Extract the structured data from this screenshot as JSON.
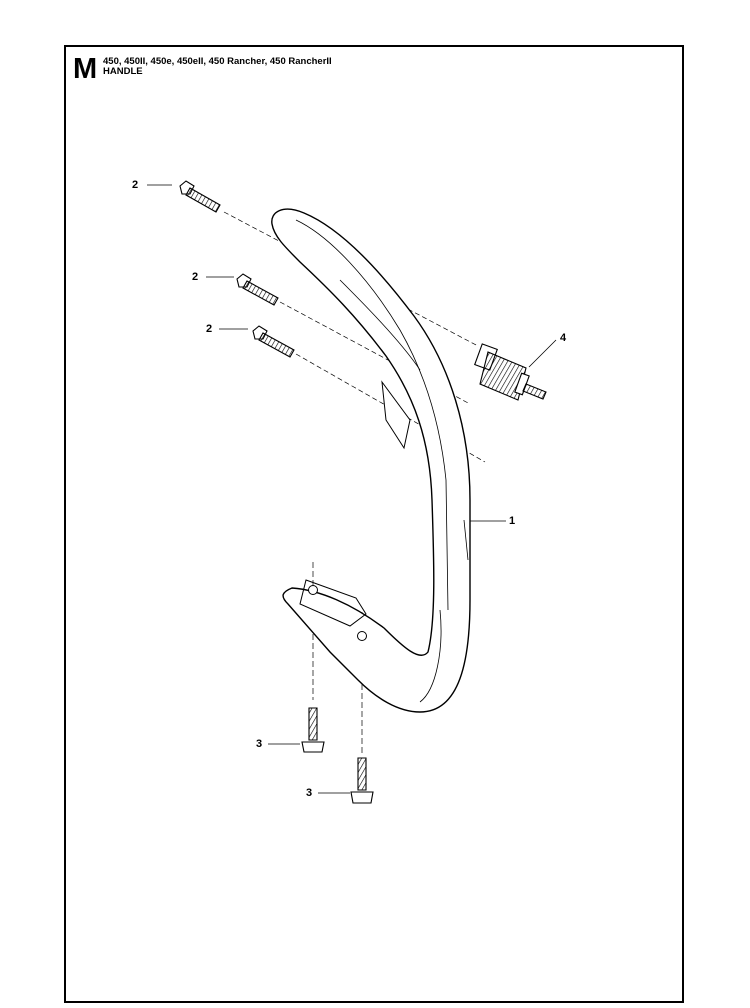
{
  "header": {
    "section_letter": "M",
    "models": "450, 450II, 450e, 450eII, 450 Rancher, 450 RancherII",
    "section_name": "HANDLE"
  },
  "callouts": [
    {
      "id": "c-2a",
      "label": "2"
    },
    {
      "id": "c-2b",
      "label": "2"
    },
    {
      "id": "c-2c",
      "label": "2"
    },
    {
      "id": "c-4",
      "label": "4"
    },
    {
      "id": "c-1",
      "label": "1"
    },
    {
      "id": "c-3a",
      "label": "3"
    },
    {
      "id": "c-3b",
      "label": "3"
    }
  ]
}
